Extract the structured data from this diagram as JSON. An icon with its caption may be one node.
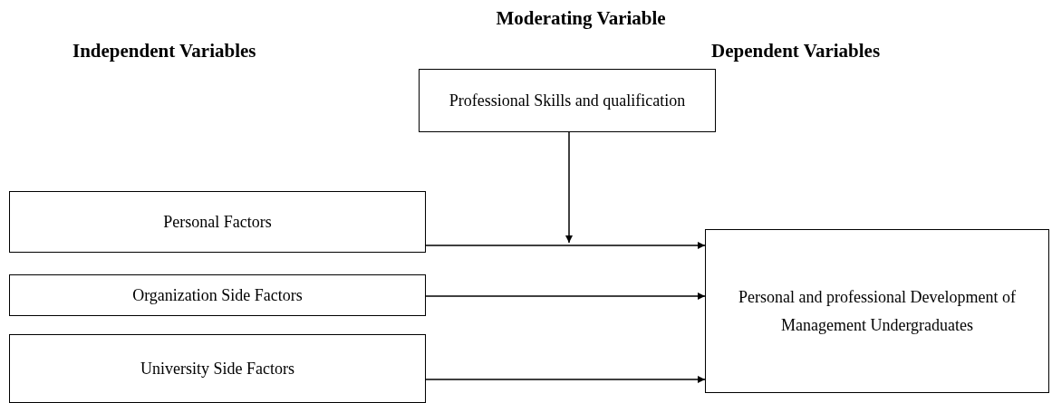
{
  "diagram": {
    "nodes": [
      {
        "text": [
          "Professional Skills and qualification"
        ]
      },
      {
        "text": [
          "Personal Factors"
        ]
      },
      {
        "text": [
          "Organization Side Factors"
        ]
      },
      {
        "text": [
          "University Side Factors"
        ]
      },
      {
        "text": [
          "Personal and professional Development of Management Undergraduates"
        ]
      }
    ],
    "edges": [
      {
        "from": 0,
        "to": null,
        "arrow": "to"
      },
      {
        "from": 1,
        "to": 4,
        "arrow": "to"
      },
      {
        "from": 2,
        "to": 4,
        "arrow": "to"
      },
      {
        "from": 3,
        "to": 4,
        "arrow": "to"
      }
    ],
    "labels": [
      "Moderating Variable",
      "Independent Variables",
      "Dependent Variables"
    ]
  }
}
